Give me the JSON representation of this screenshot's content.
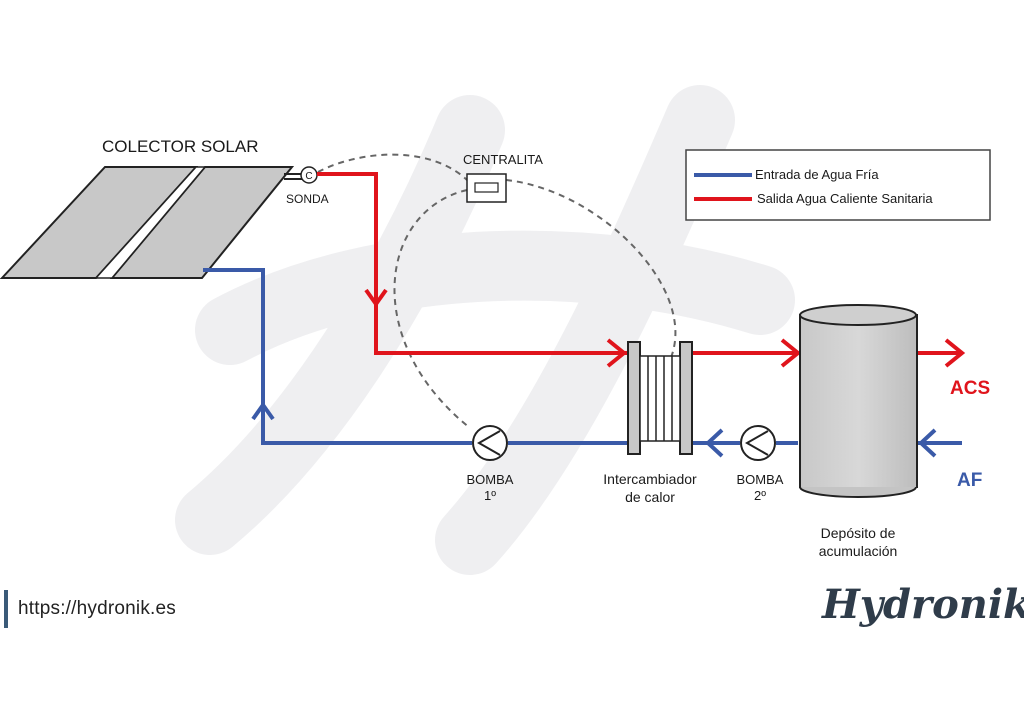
{
  "labels": {
    "collector": "COLECTOR SOLAR",
    "sensor": "SONDA",
    "sensor_symbol": "C",
    "controller": "CENTRALITA",
    "pump1_line1": "BOMBA",
    "pump1_line2": "1º",
    "exchanger_line1": "Intercambiador",
    "exchanger_line2": "de calor",
    "pump2_line1": "BOMBA",
    "pump2_line2": "2º",
    "tank_line1": "Depósito de",
    "tank_line2": "acumulación",
    "hot_out": "ACS",
    "cold_in": "AF"
  },
  "legend": {
    "items": [
      {
        "label": "Entrada de Agua  Fría",
        "color": "#3a5aa8"
      },
      {
        "label": "Salida Agua Caliente Sanitaria",
        "color": "#e0141c"
      }
    ]
  },
  "footer": {
    "url": "https://hydronik.es",
    "logo": "Hydronik"
  },
  "colors": {
    "hot": "#e0141c",
    "cold": "#3a5aa8",
    "label_acs": "#e0141c",
    "label_af": "#3a5aa8",
    "watermark": "#efeff1"
  }
}
